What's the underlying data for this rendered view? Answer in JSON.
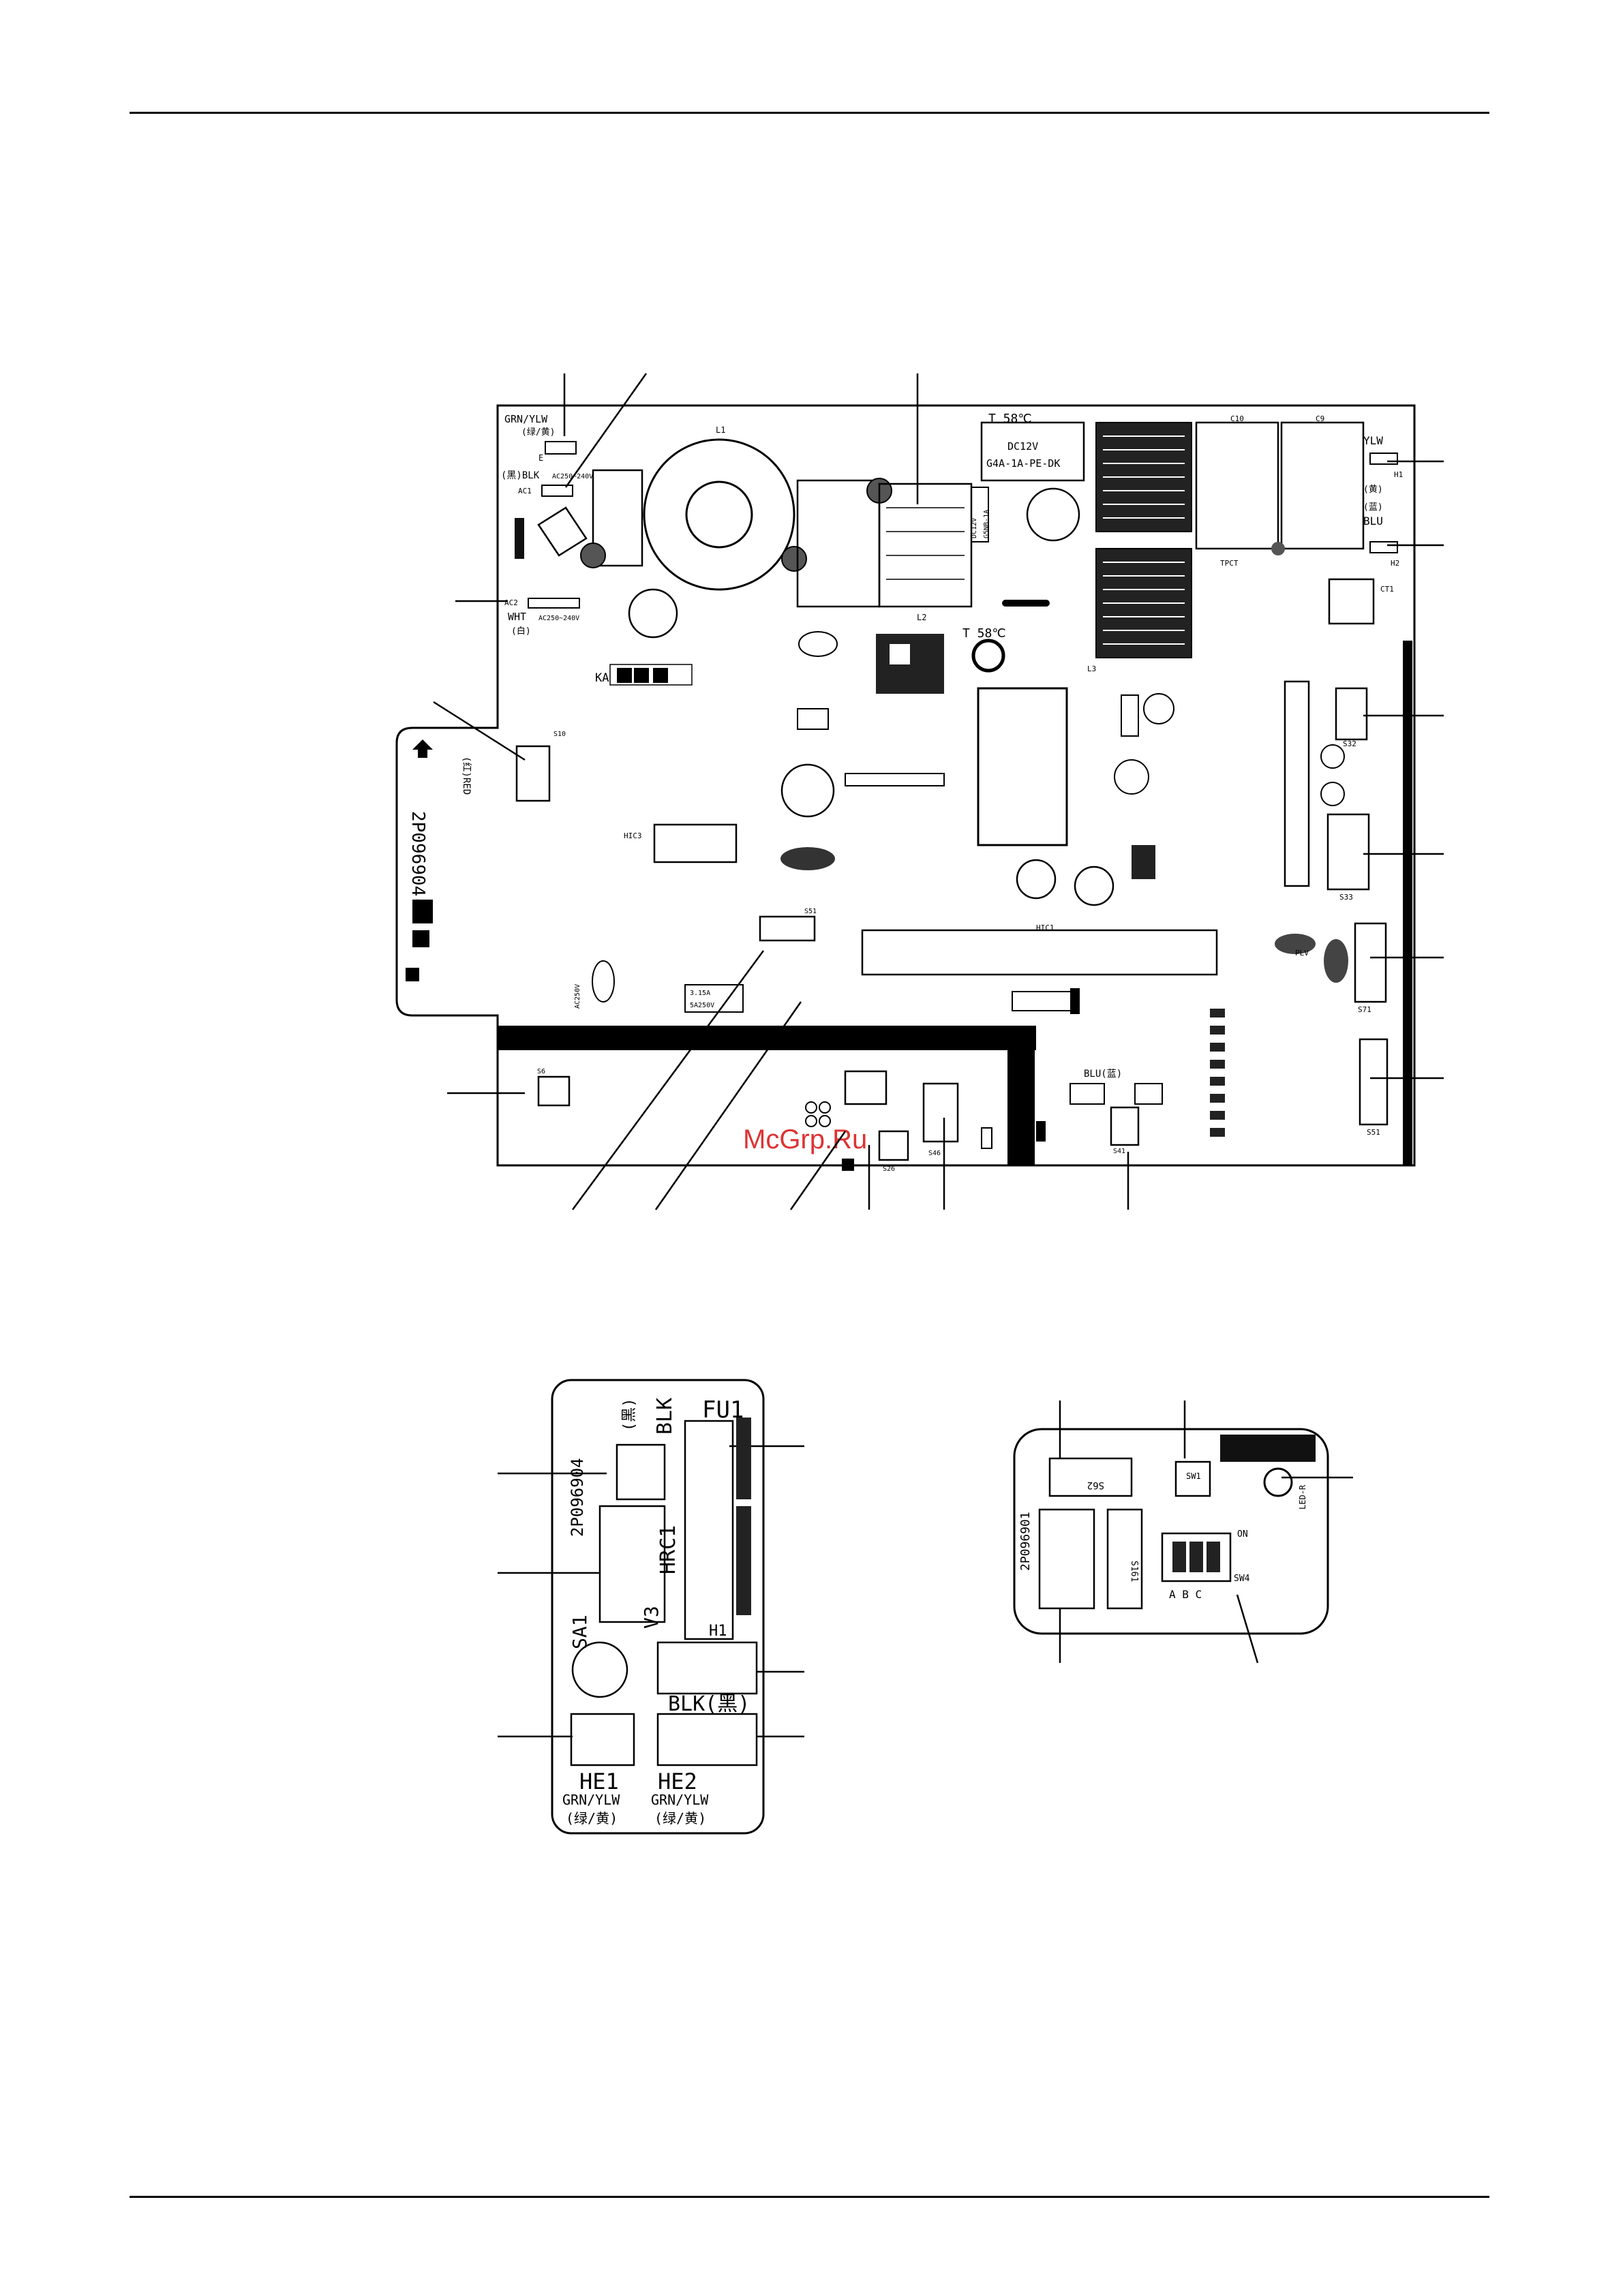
{
  "watermark": "McGrp.Ru",
  "main_board": {
    "part_no": "2P096904-",
    "trans_rating": "T 58℃",
    "trans_rating2": "T 58℃",
    "relay_1": "G4A-1A-PE-DK",
    "relay_2": "DC12V",
    "relay_3": "DC12V",
    "relay_4": "G5NB-1A",
    "labels": {
      "grn_ylw": "GRN/YLW",
      "grn_ylw_cn": "(绿/黄)",
      "e": "E",
      "blk": "(黑)BLK",
      "ac1": "AC1",
      "ac2": "AC2",
      "wht": "WHT",
      "wht_cn": "(白)",
      "ac250": "AC250~240V",
      "ac250b": "AC250~240V",
      "ka": "KA",
      "red": "(红)RED",
      "s10": "S10",
      "ylw": "YLW",
      "ylw_cn": "(黄)",
      "h1": "H1",
      "blu": "BLU",
      "blu_cn": "(蓝)",
      "h2": "H2",
      "l1": "L1",
      "l2": "L2",
      "l3": "L3",
      "c1": "C10",
      "c2": "C9",
      "ct1": "CT1",
      "tpct": "TPCT",
      "s32": "S32",
      "s33": "S33",
      "s71": "S71",
      "s51": "S51",
      "s1": "S51",
      "hc3": "HIC3",
      "hic1": "HIC1",
      "plv": "PLV",
      "blu_bottom": "BLU(蓝)",
      "s26": "S26",
      "s46": "S46",
      "s41": "S41",
      "s6": "S6",
      "ac_y": "AC250V",
      "fuse": "3.15A",
      "c_v": "5A250V"
    }
  },
  "filter_board": {
    "fu1": "FU1",
    "blk_top": "BLK",
    "blk_top_cn": "(黑)",
    "part_no": "2P096904",
    "hrc1": "HRC1",
    "v3": "V3",
    "sa1": "SA1",
    "blk_mid": "BLK(黑)",
    "h1": "H1",
    "he1": "HE1",
    "he2": "HE2",
    "grn1": "GRN/YLW",
    "grn2": "GRN/YLW",
    "cn1": "(绿/黄)",
    "cn2": "(绿/黄)"
  },
  "display_board": {
    "part_no": "2P096901",
    "s62": "S62",
    "sw1": "SW1",
    "led": "LED-R",
    "s161": "S161",
    "sw4": "SW4",
    "on": "ON",
    "abc": "A B C"
  }
}
